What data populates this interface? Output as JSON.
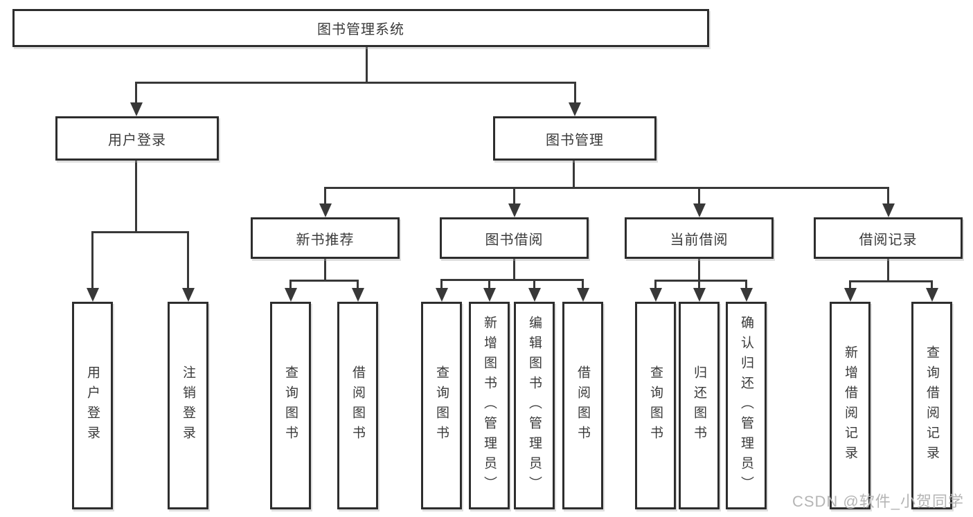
{
  "diagram": {
    "title": "图书管理系统",
    "level2": {
      "user_login": "用户登录",
      "book_mgmt": "图书管理"
    },
    "level3": {
      "new_books": "新书推荐",
      "book_borrow": "图书借阅",
      "current_borrow": "当前借阅",
      "borrow_records": "借阅记录"
    },
    "leaves": {
      "user_login": [
        "用户登录",
        "注销登录"
      ],
      "new_books": [
        "查询图书",
        "借阅图书"
      ],
      "book_borrow": [
        "查询图书",
        "新增图书（管理员）",
        "编辑图书（管理员）",
        "借阅图书"
      ],
      "current_borrow": [
        "查询图书",
        "归还图书",
        "确认归还（管理员）"
      ],
      "borrow_records": [
        "新增借阅记录",
        "查询借阅记录"
      ]
    }
  },
  "watermark": "CSDN @软件_小贺同学",
  "colors": {
    "line": "#383838",
    "border": "#2d2d2d",
    "text": "#3a3a3a",
    "watermark": "#b5b5b5",
    "background": "#ffffff"
  }
}
